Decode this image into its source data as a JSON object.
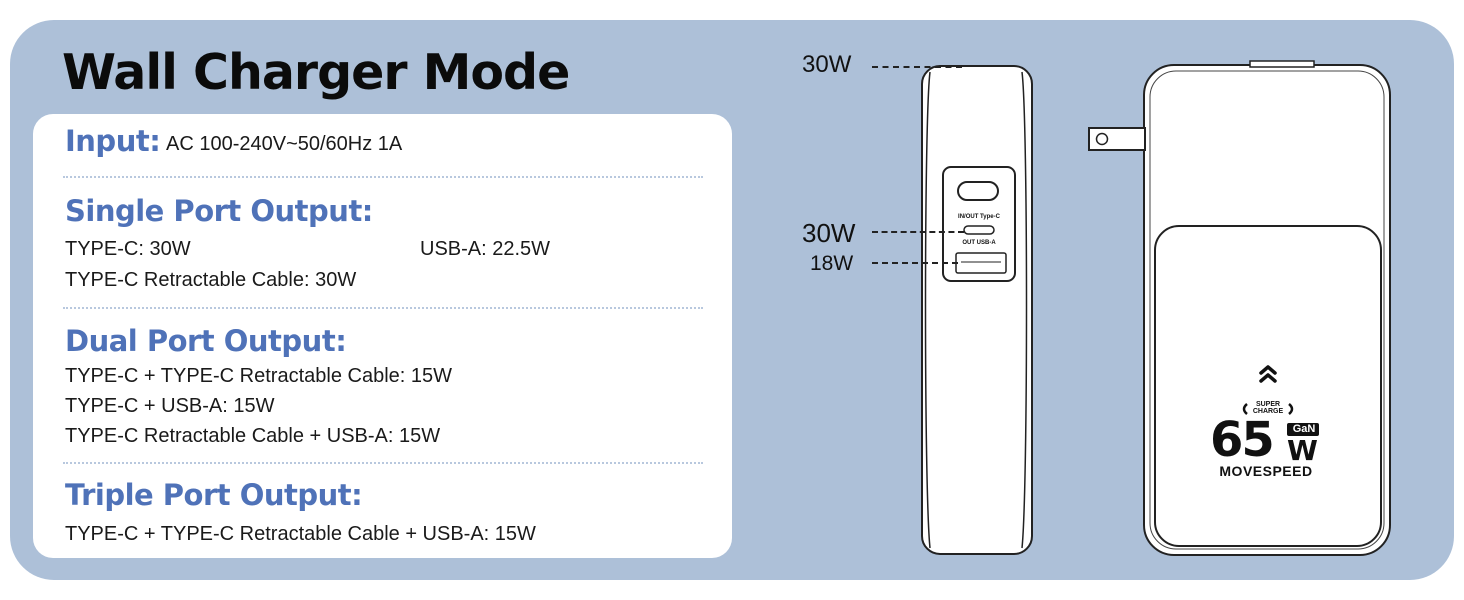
{
  "title": "Wall Charger Mode",
  "input": {
    "label": "Input:",
    "value": "AC 100-240V~50/60Hz 1A"
  },
  "single": {
    "heading": "Single Port Output:",
    "typec": "TYPE-C:  30W",
    "usba": "USB-A:  22.5W",
    "retract": "TYPE-C Retractable Cable:  30W"
  },
  "dual": {
    "heading": "Dual Port Output:",
    "line1": "TYPE-C + TYPE-C Retractable Cable:  15W",
    "line2": "TYPE-C + USB-A:  15W",
    "line3": "TYPE-C Retractable Cable + USB-A:  15W"
  },
  "triple": {
    "heading": "Triple Port Output:",
    "line1": "TYPE-C + TYPE-C Retractable Cable + USB-A:  15W"
  },
  "diagram": {
    "top_label": "30W",
    "typec_label": "30W",
    "usba_label": "18W",
    "port_label_1": "IN/OUT Type-C",
    "port_label_2": "OUT  USB-A"
  },
  "logo": {
    "super": "SUPER",
    "charge": "CHARGE",
    "wattage": "65",
    "gan": "GaN",
    "w": "W",
    "brand": "MOVESPEED"
  },
  "colors": {
    "panel": "#adc0d8",
    "heading": "#4f72b8",
    "card": "#ffffff"
  }
}
